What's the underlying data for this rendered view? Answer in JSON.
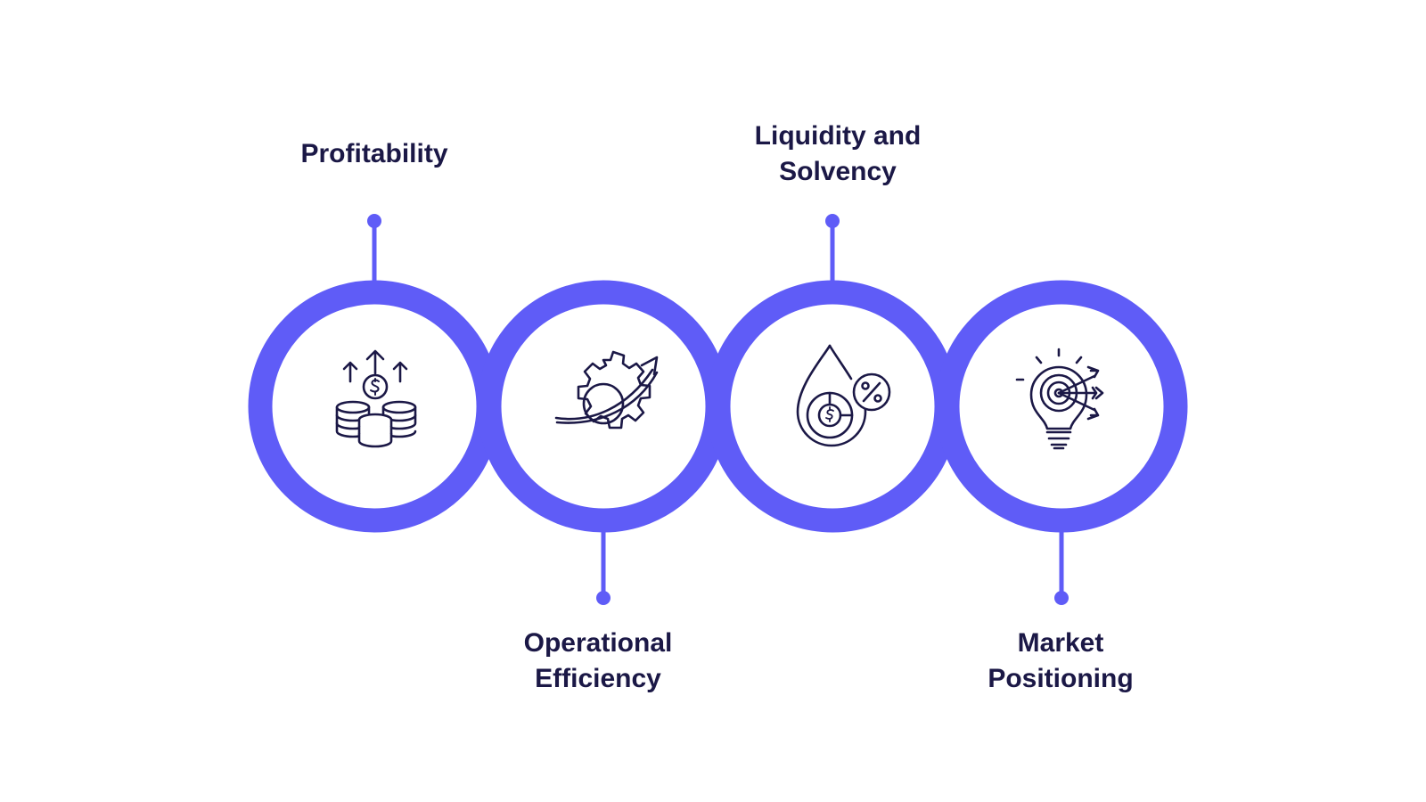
{
  "colors": {
    "accent": "#5f5cf7",
    "text": "#1b1846",
    "background": "#ffffff"
  },
  "steps": [
    {
      "label": "Profitability",
      "icon": "coins-growth-icon",
      "connector": "top"
    },
    {
      "label": "Operational\nEfficiency",
      "icon": "gear-arrow-icon",
      "connector": "bottom"
    },
    {
      "label": "Liquidity and\nSolvency",
      "icon": "liquidity-drop-icon",
      "connector": "top"
    },
    {
      "label": "Market\nPositioning",
      "icon": "lightbulb-target-icon",
      "connector": "bottom"
    }
  ]
}
